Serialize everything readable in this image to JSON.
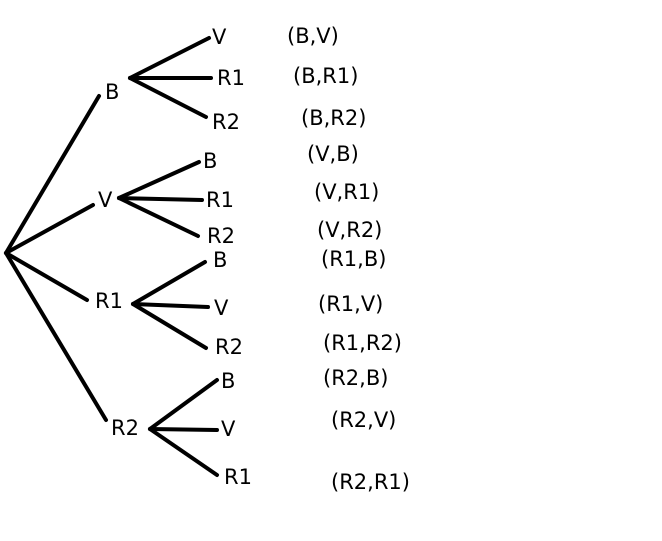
{
  "tree": {
    "first_level": [
      {
        "label": "B",
        "children": [
          "V",
          "R1",
          "R2"
        ]
      },
      {
        "label": "V",
        "children": [
          "B",
          "R1",
          "R2"
        ]
      },
      {
        "label": "R1",
        "children": [
          "B",
          "V",
          "R2"
        ]
      },
      {
        "label": "R2",
        "children": [
          "B",
          "V",
          "R1"
        ]
      }
    ],
    "outcomes": [
      "(B,V)",
      "(B,R1)",
      "(B,R2)",
      "(V,B)",
      "(V,R1)",
      "(V,R2)",
      "(R1,B)",
      "(R1,V)",
      "(R1,R2)",
      "(R2,B)",
      "(R2,V)",
      "(R2,R1)"
    ]
  }
}
